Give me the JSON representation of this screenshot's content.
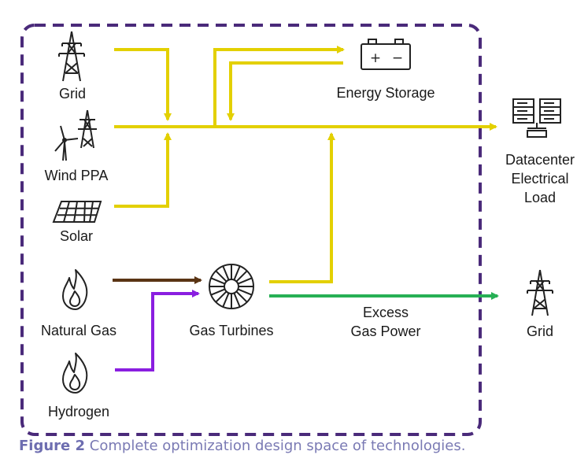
{
  "nodes": {
    "grid_source": "Grid",
    "wind": "Wind PPA",
    "solar": "Solar",
    "natural_gas": "Natural Gas",
    "hydrogen": "Hydrogen",
    "energy_storage": "Energy Storage",
    "gas_turbines": "Gas Turbines",
    "datacenter_line1": "Datacenter",
    "datacenter_line2": "Electrical",
    "datacenter_line3": "Load",
    "excess_line1": "Excess",
    "excess_line2": "Gas Power",
    "grid_export": "Grid"
  },
  "battery_symbols": {
    "plus": "+",
    "minus": "−"
  },
  "caption": {
    "label": "Figure 2",
    "text": "Complete optimization design space of technologies."
  },
  "colors": {
    "electric": "#e3d000",
    "natural_gas": "#5a3414",
    "hydrogen": "#8a1ee0",
    "excess": "#27b055",
    "boundary": "#4a2a7a",
    "icon": "#222222"
  }
}
